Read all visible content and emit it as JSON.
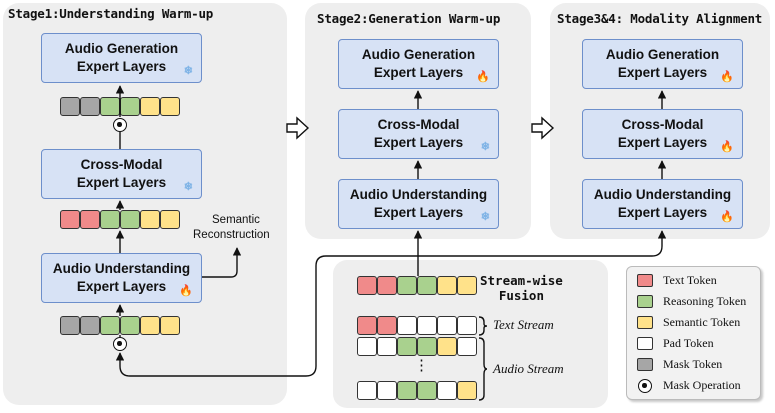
{
  "stages": {
    "stage1": {
      "title": "Stage1:Understanding Warm-up",
      "gen": {
        "line1": "Audio Generation",
        "line2": "Expert Layers",
        "state": "frozen"
      },
      "cross": {
        "line1": "Cross-Modal",
        "line2": "Expert Layers",
        "state": "frozen"
      },
      "und": {
        "line1": "Audio Understanding",
        "line2": "Expert Layers",
        "state": "trainable"
      },
      "semantic_label_1": "Semantic",
      "semantic_label_2": "Reconstruction"
    },
    "stage2": {
      "title": "Stage2:Generation Warm-up",
      "gen": {
        "line1": "Audio Generation",
        "line2": "Expert Layers",
        "state": "trainable"
      },
      "cross": {
        "line1": "Cross-Modal",
        "line2": "Expert Layers",
        "state": "frozen"
      },
      "und": {
        "line1": "Audio Understanding",
        "line2": "Expert Layers",
        "state": "frozen"
      }
    },
    "stage34": {
      "title": "Stage3&4: Modality Alignment",
      "gen": {
        "line1": "Audio Generation",
        "line2": "Expert Layers",
        "state": "trainable"
      },
      "cross": {
        "line1": "Cross-Modal",
        "line2": "Expert Layers",
        "state": "trainable"
      },
      "und": {
        "line1": "Audio Understanding",
        "line2": "Expert Layers",
        "state": "trainable"
      }
    }
  },
  "icons": {
    "frozen": "snowflake-icon",
    "trainable": "fire-icon",
    "flow": "hollow-right-arrow-icon"
  },
  "fusion": {
    "title_1": "Stream-wise",
    "title_2": "Fusion",
    "text_stream": "Text Stream",
    "audio_stream": "Audio Stream",
    "ellipsis": "⋮"
  },
  "legend": {
    "text_token": "Text Token",
    "reasoning_token": "Reasoning Token",
    "semantic_token": "Semantic Token",
    "pad_token": "Pad Token",
    "mask_token": "Mask Token",
    "mask_operation": "Mask Operation"
  },
  "colors": {
    "text_token": "#f08a8a",
    "reasoning_token": "#a9d18e",
    "semantic_token": "#ffe28a",
    "pad_token": "#ffffff",
    "mask_token": "#a6a6a6",
    "expert_fill": "#d7e2f5",
    "expert_border": "#6d8fcb"
  }
}
